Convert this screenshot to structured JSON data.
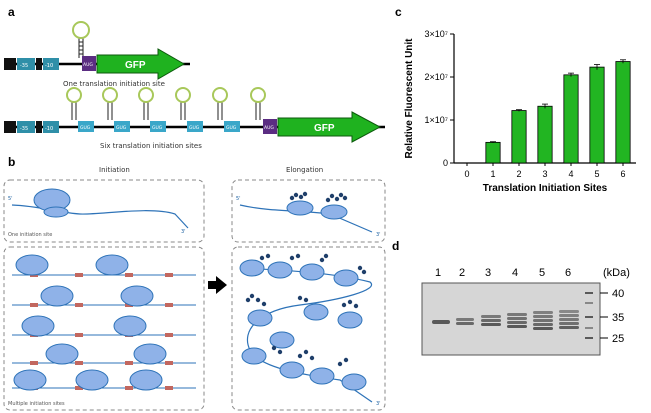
{
  "panels": {
    "a": "a",
    "b": "b",
    "c": "c",
    "d": "d"
  },
  "panel_a": {
    "promoter_minus35": "-35",
    "promoter_minus10": "-10",
    "start_codon": "AUG",
    "reporter": "GFP",
    "gug_label": "GUG",
    "one_site_caption": "One translation initiation site",
    "six_site_caption": "Six translation initiation sites"
  },
  "panel_b": {
    "initiation_title": "Initiation",
    "elongation_title": "Elongation",
    "one_site_label": "One initiation site",
    "multiple_sites_label": "Multiple initiation sites",
    "five_prime": "5'",
    "three_prime": "3'"
  },
  "chart_data": {
    "type": "bar",
    "categories": [
      "1",
      "2",
      "3",
      "4",
      "5",
      "6"
    ],
    "x_ticks": [
      "0",
      "1",
      "2",
      "3",
      "4",
      "5",
      "6"
    ],
    "values": [
      4800000.0,
      12200000.0,
      13200000.0,
      20500000.0,
      22300000.0,
      23600000.0
    ],
    "errors": [
      150000.0,
      200000.0,
      500000.0,
      400000.0,
      600000.0,
      400000.0
    ],
    "ylim": [
      0,
      30000000.0
    ],
    "y_ticks": [
      {
        "value": 0,
        "label": "0"
      },
      {
        "value": 10000000.0,
        "label": "1×10⁷"
      },
      {
        "value": 20000000.0,
        "label": "2×10⁷"
      },
      {
        "value": 30000000.0,
        "label": "3×10⁷"
      }
    ],
    "xlabel": "Translation Initiation Sites",
    "ylabel": "Relative Fluorescent Unit",
    "bar_color": "#22b522",
    "grid": false
  },
  "panel_d": {
    "lanes": [
      "1",
      "2",
      "3",
      "4",
      "5",
      "6"
    ],
    "unit_label": "(kDa)",
    "markers": [
      "40",
      "35",
      "25"
    ]
  },
  "colors": {
    "gfp_green": "#1fb21f",
    "promoter_teal": "#2f8fa8",
    "aug_purple": "#5b2d82",
    "gug_teal": "#3aa7c9",
    "ribosome_blue": "#8fb2e8",
    "stemloop_green": "#a8c85a",
    "mrna_blue": "#2e73b8",
    "protein_navy": "#1f3f6a"
  }
}
